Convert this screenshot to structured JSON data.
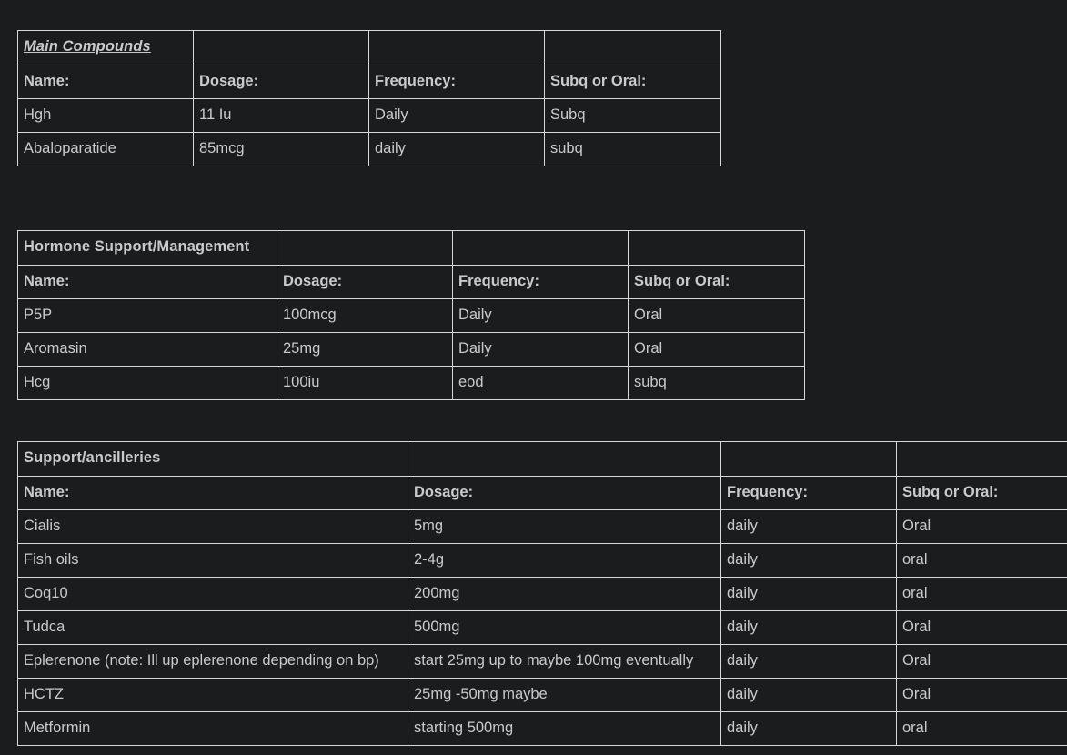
{
  "page": {
    "background_color": "#1b1c1e",
    "text_color": "#c9cacc",
    "heading_color": "#f2f3f4",
    "border_color": "#d8d8d8"
  },
  "tables": [
    {
      "id": "main-compounds",
      "section_title": "Main Compounds",
      "title_style": "bold-italic-underline",
      "columns": [
        "Name:",
        "Dosage:",
        "Frequency:",
        "Subq or Oral:"
      ],
      "rows": [
        {
          "name": "Hgh",
          "dosage": "11 Iu",
          "frequency": "Daily",
          "route": "Subq"
        },
        {
          "name": "Abaloparatide",
          "dosage": "85mcg",
          "frequency": "daily",
          "route": "subq"
        }
      ]
    },
    {
      "id": "hormone-support",
      "section_title": "Hormone Support/Management",
      "title_style": "bold",
      "columns": [
        "Name:",
        "Dosage:",
        "Frequency:",
        "Subq or Oral:"
      ],
      "rows": [
        {
          "name": "P5P",
          "dosage": "100mcg",
          "frequency": "Daily",
          "route": "Oral"
        },
        {
          "name": "Aromasin",
          "dosage": "25mg",
          "frequency": "Daily",
          "route": "Oral"
        },
        {
          "name": "Hcg",
          "dosage": "100iu",
          "frequency": "eod",
          "route": "subq"
        }
      ]
    },
    {
      "id": "support-ancilleries",
      "section_title": "Support/ancilleries",
      "title_style": "bold",
      "columns": [
        "Name:",
        "Dosage:",
        "Frequency:",
        "Subq or Oral:"
      ],
      "rows": [
        {
          "name": "Cialis",
          "dosage": "5mg",
          "frequency": "daily",
          "route": "Oral"
        },
        {
          "name": "Fish oils",
          "dosage": "2-4g",
          "frequency": "daily",
          "route": "oral"
        },
        {
          "name": "Coq10",
          "dosage": "200mg",
          "frequency": "daily",
          "route": "oral"
        },
        {
          "name": "Tudca",
          "dosage": "500mg",
          "frequency": "daily",
          "route": "Oral"
        },
        {
          "name": "Eplerenone (note: Ill up eplerenone  depending on bp)",
          "dosage": "start 25mg up to maybe 100mg eventually",
          "frequency": "daily",
          "route": "Oral"
        },
        {
          "name": "HCTZ",
          "dosage": "25mg -50mg maybe",
          "frequency": "daily",
          "route": "Oral"
        },
        {
          "name": "Metformin",
          "dosage": "starting 500mg",
          "frequency": "daily",
          "route": "oral"
        }
      ]
    }
  ]
}
